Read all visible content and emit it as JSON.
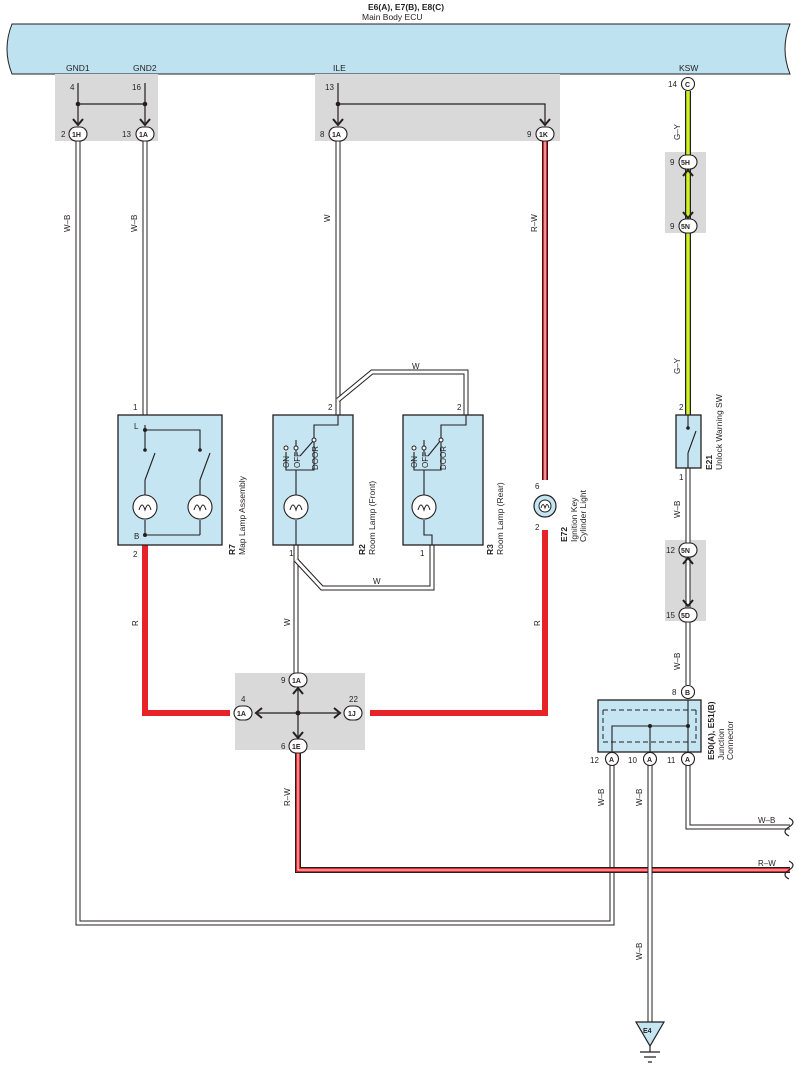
{
  "ecu": {
    "code": "E6(A), E7(B), E8(C)",
    "name": "Main Body ECU",
    "terminals": {
      "gnd1": "GND1",
      "gnd2": "GND2",
      "ile": "ILE",
      "ksw": "KSW"
    }
  },
  "pins": {
    "p4": "4",
    "p16": "16",
    "p13": "13",
    "p14": "14",
    "p2": "2",
    "p1": "1",
    "p6": "6",
    "p8": "8",
    "p9": "9",
    "p10": "10",
    "p11": "11",
    "p12": "12",
    "p15": "15",
    "p22": "22",
    "lamp_l": "L",
    "lamp_b": "B"
  },
  "connectors": {
    "c1h": "1H",
    "c1a": "1A",
    "c1k": "1K",
    "c5h": "5H",
    "c5n": "5N",
    "c5d": "5D",
    "c1j": "1J",
    "c1e": "1E",
    "cc": "C",
    "cb": "B",
    "ca": "A"
  },
  "wires": {
    "wb": "W–B",
    "w": "W",
    "rw": "R–W",
    "r": "R",
    "gy": "G–Y"
  },
  "components": {
    "r7": {
      "code": "R7",
      "name": "Map Lamp Assembly"
    },
    "r2": {
      "code": "R2",
      "name": "Room Lamp (Front)"
    },
    "r3": {
      "code": "R3",
      "name": "Room Lamp (Rear)"
    },
    "e72": {
      "code": "E72",
      "name1": "Ignition Key",
      "name2": "Cylinder Light"
    },
    "e21": {
      "code": "E21",
      "name": "Unlock Warning SW"
    },
    "e50": {
      "code": "E50(A), E51(B)",
      "name1": "Junction",
      "name2": "Connector"
    },
    "e4": {
      "code": "E4"
    }
  },
  "switch_labels": {
    "on": "ON",
    "off": "OFF",
    "door": "DOOR"
  },
  "colors": {
    "ecu_fill": "#bfe2f0",
    "component_fill": "#c5e5f3",
    "junction_fill": "#d9d9d9",
    "red_wire": "#e52329",
    "green_wire": "#8cc63f",
    "yellow_wire": "#fff200"
  }
}
